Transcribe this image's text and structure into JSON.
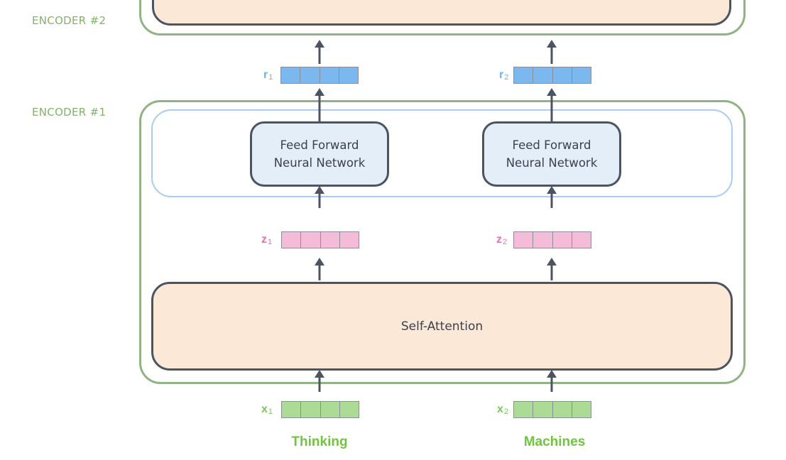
{
  "encoders": {
    "encoder2_label": "ENCODER #2",
    "encoder1_label": "ENCODER #1"
  },
  "blocks": {
    "self_attention": "Self-Attention",
    "ffn_line1": "Feed Forward",
    "ffn_line2": "Neural Network"
  },
  "vectors": {
    "r1": {
      "base": "r",
      "sub": "1"
    },
    "r2": {
      "base": "r",
      "sub": "2"
    },
    "z1": {
      "base": "z",
      "sub": "1"
    },
    "z2": {
      "base": "z",
      "sub": "2"
    },
    "x1": {
      "base": "x",
      "sub": "1"
    },
    "x2": {
      "base": "x",
      "sub": "2"
    }
  },
  "words": [
    "Thinking",
    "Machines"
  ],
  "colors": {
    "encoder_border": "#8fb382",
    "ffn_region_border": "#a9cdf0",
    "self_attention_fill": "#fbe8d6",
    "ffn_fill": "#e4eef9",
    "r_vector": "#7ab8ef",
    "z_vector": "#f5bcd9",
    "x_vector": "#acdb96",
    "arrow": "#4d5461"
  }
}
